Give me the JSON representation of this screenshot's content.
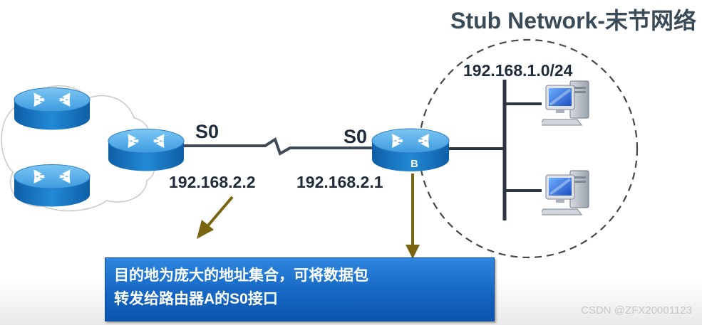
{
  "title": "Stub Network-末节网络",
  "stub_network": {
    "subnet_label": "192.168.1.0/24"
  },
  "links": {
    "left_interface": "S0",
    "left_ip": "192.168.2.2",
    "right_interface": "S0",
    "right_ip": "192.168.2.1"
  },
  "router_b": {
    "name": "B"
  },
  "callout": {
    "line1": "目的地为庞大的地址集合，可将数据包",
    "line2": "转发给路由器A的S0接口"
  },
  "watermark": "CSDN @ZFX20001123",
  "colors": {
    "router_body": "#1a78c8",
    "router_top": "#55aee8",
    "serial_link": "#3e4a56",
    "arrow": "#7a6410",
    "callout_bg": "#1567c3",
    "title_text": "#3b4a57"
  },
  "icons": {
    "router": "router-icon",
    "workstation": "workstation-icon",
    "arrow": "arrow-down-icon"
  }
}
